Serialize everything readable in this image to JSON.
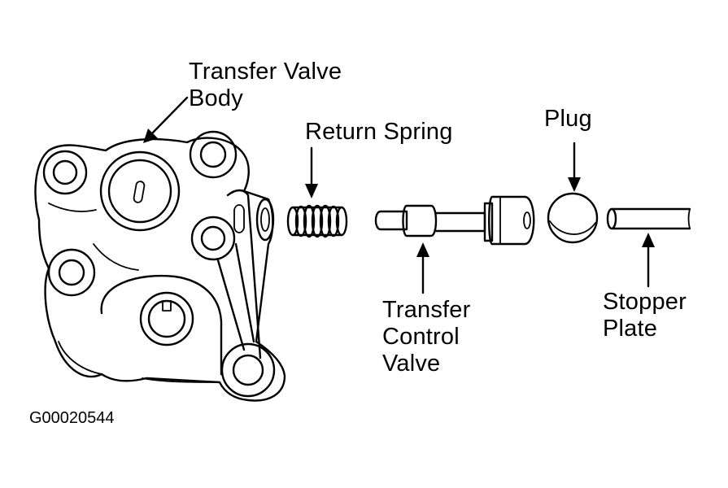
{
  "labels": {
    "transfer_valve_body": [
      "Transfer Valve",
      "Body"
    ],
    "return_spring": "Return Spring",
    "plug": "Plug",
    "transfer_control_valve": [
      "Transfer",
      "Control",
      "Valve"
    ],
    "stopper_plate": [
      "Stopper",
      "Plate"
    ]
  },
  "figure_code": "G00020544",
  "colors": {
    "ink": "#000000",
    "background": "#ffffff"
  }
}
